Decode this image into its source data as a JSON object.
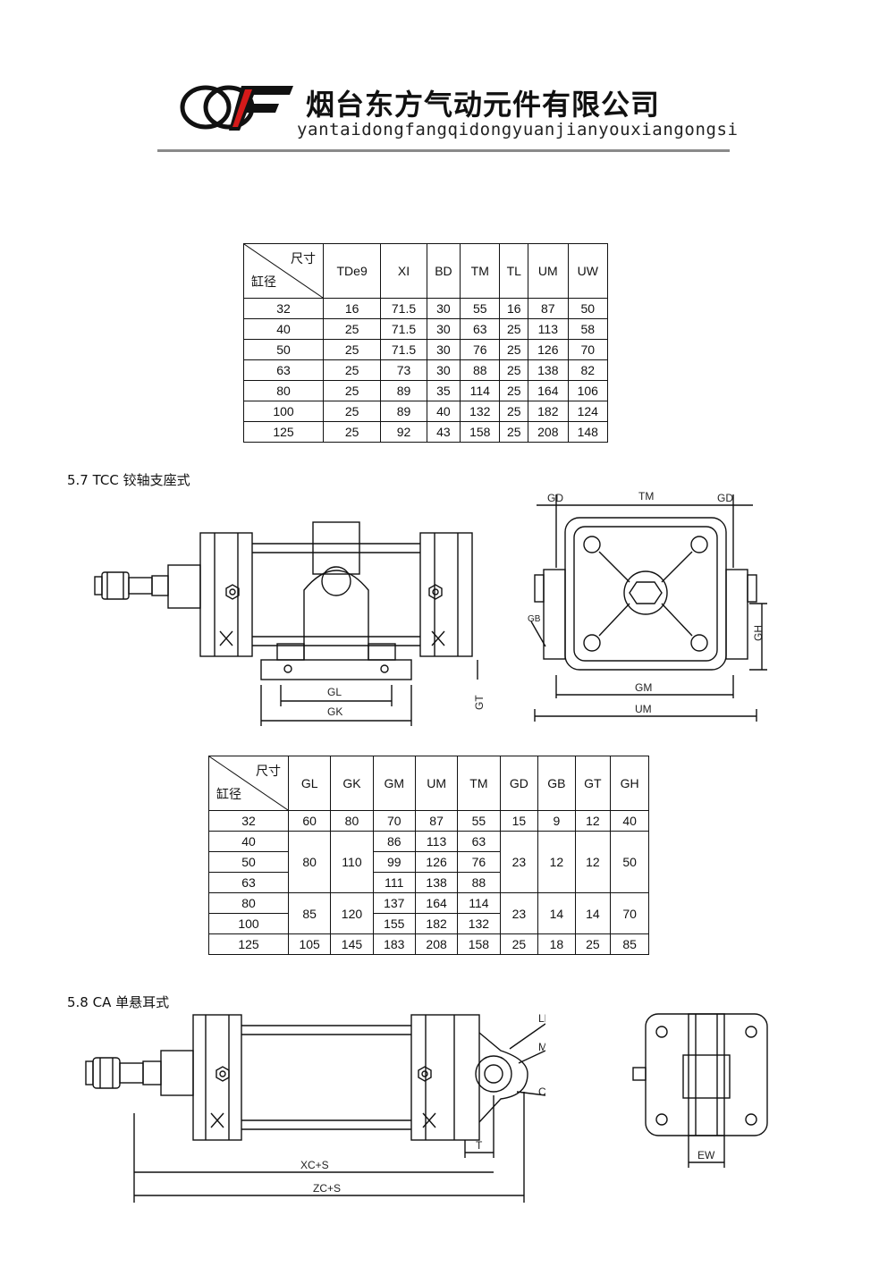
{
  "header": {
    "company_name": "烟台东方气动元件有限公司",
    "company_pinyin": "yantaidongfangqidongyuanjianyouxiangongsi"
  },
  "table1": {
    "corner_top": "尺寸",
    "corner_bottom": "缸径",
    "columns": [
      "TDe9",
      "XI",
      "BD",
      "TM",
      "TL",
      "UM",
      "UW"
    ],
    "rows": [
      [
        "32",
        "16",
        "71.5",
        "30",
        "55",
        "16",
        "87",
        "50"
      ],
      [
        "40",
        "25",
        "71.5",
        "30",
        "63",
        "25",
        "113",
        "58"
      ],
      [
        "50",
        "25",
        "71.5",
        "30",
        "76",
        "25",
        "126",
        "70"
      ],
      [
        "63",
        "25",
        "73",
        "30",
        "88",
        "25",
        "138",
        "82"
      ],
      [
        "80",
        "25",
        "89",
        "35",
        "114",
        "25",
        "164",
        "106"
      ],
      [
        "100",
        "25",
        "89",
        "40",
        "132",
        "25",
        "182",
        "124"
      ],
      [
        "125",
        "25",
        "92",
        "43",
        "158",
        "25",
        "208",
        "148"
      ]
    ]
  },
  "section57": {
    "title": "5.7 TCC 铰轴支座式",
    "labels": {
      "gl": "GL",
      "gk": "GK",
      "gt": "GT",
      "gd": "GD",
      "tm": "TM",
      "gb": "GB",
      "gh": "GH",
      "gm": "GM",
      "um": "UM"
    }
  },
  "table2": {
    "corner_top": "尺寸",
    "corner_bottom": "缸径",
    "columns": [
      "GL",
      "GK",
      "GM",
      "UM",
      "TM",
      "GD",
      "GB",
      "GT",
      "GH"
    ],
    "bore": [
      "32",
      "40",
      "50",
      "63",
      "80",
      "100",
      "125"
    ],
    "r32": [
      "60",
      "80",
      "70",
      "87",
      "55",
      "15",
      "9",
      "12",
      "40"
    ],
    "gl_40_63": "80",
    "gk_40_63": "110",
    "gm": [
      "86",
      "99",
      "111",
      "137",
      "155"
    ],
    "um": [
      "113",
      "126",
      "138",
      "164",
      "182"
    ],
    "tm": [
      "63",
      "76",
      "88",
      "114",
      "132"
    ],
    "gd_40_63": "23",
    "gb_40_63": "12",
    "gt_40_63": "12",
    "gh_40_63": "50",
    "gl_80_100": "85",
    "gk_80_100": "120",
    "gd_80_100": "23",
    "gb_80_100": "14",
    "gt_80_100": "14",
    "gh_80_100": "70",
    "r125": [
      "105",
      "145",
      "183",
      "208",
      "158",
      "25",
      "18",
      "25",
      "85"
    ]
  },
  "section58": {
    "title": "5.8 CA 单悬耳式",
    "labels": {
      "lr": "LR",
      "mr": "MR",
      "cd": "CD",
      "t": "T",
      "xcs": "XC+S",
      "zcs": "ZC+S",
      "ew": "EW"
    }
  }
}
